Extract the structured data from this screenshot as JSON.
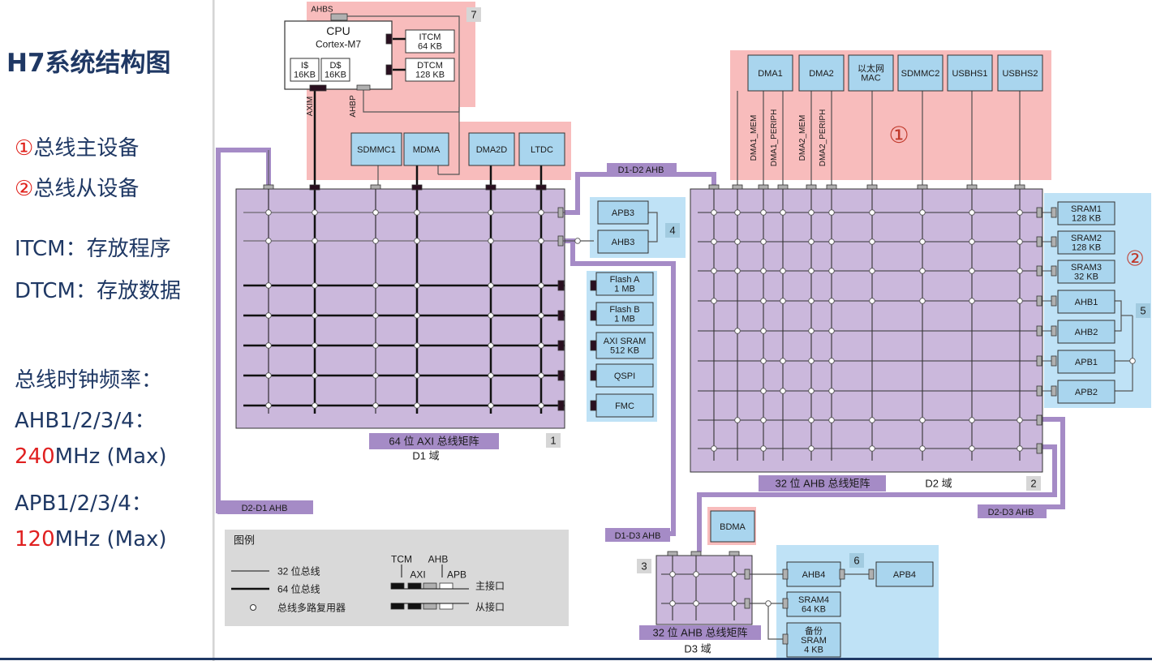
{
  "slide": {
    "title": "H7系统结构图",
    "masters_label": "总线主设备",
    "slaves_label": "总线从设备",
    "circle_1": "①",
    "circle_2": "②",
    "itcm_note": "ITCM：存放程序",
    "dtcm_note": "DTCM：存放数据",
    "clock_heading": "总线时钟频率：",
    "ahb_label": "AHB1/2/3/4：",
    "ahb_freq_value": "240",
    "ahb_freq_unit": "MHz (Max)",
    "apb_label": "APB1/2/3/4：",
    "apb_freq_value": "120",
    "apb_freq_unit": "MHz (Max)"
  },
  "diagram": {
    "cpu": {
      "title": "CPU",
      "core": "Cortex-M7",
      "icache": [
        "I$",
        "16KB"
      ],
      "dcache": [
        "D$",
        "16KB"
      ],
      "ahbs": "AHBS",
      "axim": "AXIM",
      "ahbp": "AHBP"
    },
    "itcm": [
      "ITCM",
      "64 KB"
    ],
    "dtcm": [
      "DTCM",
      "128 KB"
    ],
    "d1_masters": [
      "SDMMC1",
      "MDMA",
      "DMA2D",
      "LTDC"
    ],
    "d2_masters": [
      "DMA1",
      "DMA2",
      "以太网\nMAC",
      "SDMMC2",
      "USBHS1",
      "USBHS2"
    ],
    "dma_ports": [
      "DMA1_MEM",
      "DMA1_PERIPH",
      "DMA2_MEM",
      "DMA2_PERIPH"
    ],
    "d1_apb": [
      "APB3",
      "AHB3"
    ],
    "d1_mem": [
      "Flash A\n1 MB",
      "Flash B\n1 MB",
      "AXI SRAM\n512 KB",
      "QSPI",
      "FMC"
    ],
    "d2_slaves": [
      "SRAM1\n128 KB",
      "SRAM2\n128 KB",
      "SRAM3\n32 KB",
      "AHB1",
      "AHB2",
      "APB1",
      "APB2"
    ],
    "d3_master": "BDMA",
    "d3_slaves": [
      "AHB4",
      "APB4",
      "SRAM4\n64 KB",
      "备份\nSRAM\n4 KB"
    ],
    "matrix_d1_title": "64 位 AXI 总线矩阵",
    "matrix_d1_domain": "D1 域",
    "matrix_d2_title": "32 位 AHB 总线矩阵",
    "matrix_d2_domain": "D2 域",
    "matrix_d3_title": "32 位 AHB 总线矩阵",
    "matrix_d3_domain": "D3 域",
    "links": {
      "d1_d2": "D1-D2 AHB",
      "d2_d1": "D2-D1 AHB",
      "d1_d3": "D1-D3 AHB",
      "d2_d3": "D2-D3 AHB"
    },
    "numbers": [
      "1",
      "2",
      "3",
      "4",
      "5",
      "6",
      "7"
    ],
    "circle_1": "①",
    "circle_2": "②",
    "legend": {
      "title": "图例",
      "bus32": "32 位总线",
      "bus64": "64 位总线",
      "mux": "总线多路复用器",
      "tcm": "TCM",
      "ahb": "AHB",
      "axi": "AXI",
      "apb": "APB",
      "master_if": "主接口",
      "slave_if": "从接口"
    }
  },
  "colors": {
    "master_region": "#f8bcbc",
    "slave_region": "#bfe2f6",
    "matrix": "#cbb8dc",
    "block": "#a9d5ee",
    "accent": "#c0392b",
    "title": "#1f3864"
  }
}
